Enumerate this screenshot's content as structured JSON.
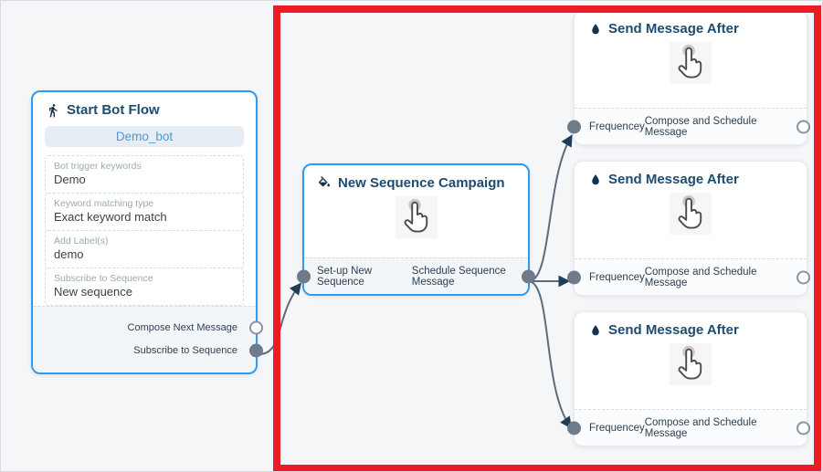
{
  "colors": {
    "annotation_red": "#ec1c26",
    "node_border_blue": "#2b9af0",
    "edge_gray": "#5d6b7a",
    "arrow_navy": "#1f3c59",
    "title_navy": "#1d4c70",
    "port_gray": "#6e7b8a"
  },
  "start_node": {
    "title": "Start Bot Flow",
    "bot_name": "Demo_bot",
    "fields": [
      {
        "label": "Bot trigger keywords",
        "value": "Demo"
      },
      {
        "label": "Keyword matching type",
        "value": "Exact keyword match"
      },
      {
        "label": "Add Label(s)",
        "value": "demo"
      },
      {
        "label": "Subscribe to Sequence",
        "value": "New sequence"
      }
    ],
    "output_ports": [
      {
        "label": "Compose Next Message",
        "state": "unconnected"
      },
      {
        "label": "Subscribe to Sequence",
        "state": "connected"
      }
    ]
  },
  "sequence_node": {
    "title": "New Sequence Campaign",
    "input_port": "Set-up New Sequence",
    "output_port": "Schedule Sequence Message"
  },
  "send_nodes": [
    {
      "title": "Send Message After",
      "input_port": "Frequencey",
      "output_port": "Compose and Schedule Message"
    },
    {
      "title": "Send Message After",
      "input_port": "Frequencey",
      "output_port": "Compose and Schedule Message"
    },
    {
      "title": "Send Message After",
      "input_port": "Frequencey",
      "output_port": "Compose and Schedule Message"
    }
  ],
  "icons": {
    "start": "walking-person-icon",
    "sequence": "paint-bucket-icon",
    "send": "water-drop-icon",
    "center": "tap-hand-cursor-icon"
  }
}
